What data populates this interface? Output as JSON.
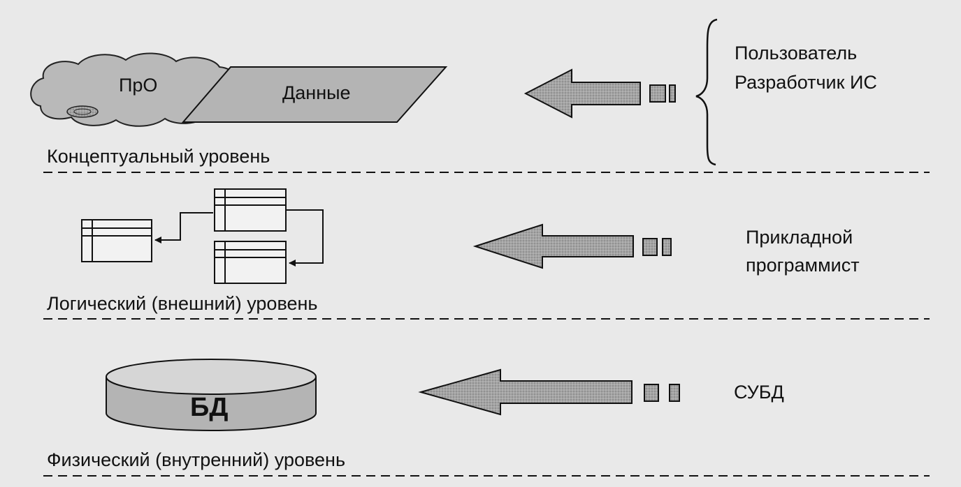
{
  "levels": {
    "conceptual": "Концептуальный уровень",
    "logical": "Логический (внешний) уровень",
    "physical": "Физический (внутренний) уровень"
  },
  "shapes": {
    "domain": "ПрО",
    "data": "Данные",
    "database": "БД"
  },
  "roles": {
    "user": "Пользователь",
    "developer": "Разработчик ИС",
    "programmer_line1": "Прикладной",
    "programmer_line2": "программист",
    "dbms": "СУБД"
  },
  "colors": {
    "background": "#e9e9e9",
    "fill": "#b9b9b9",
    "arrow_fill": "#9d9d9d",
    "stroke": "#111111"
  }
}
